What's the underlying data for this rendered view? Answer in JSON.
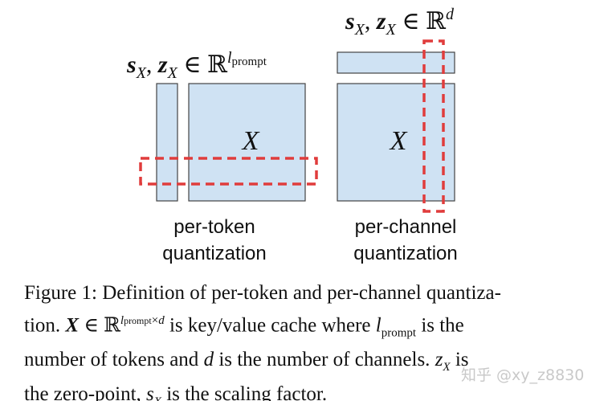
{
  "colors": {
    "block_fill": "#cfe2f3",
    "block_stroke": "#444444",
    "dashed_highlight": "#e03c3c",
    "text": "#111111",
    "watermark": "#c8c8c8"
  },
  "left_panel": {
    "label_math_1": "s",
    "label_math_1_sub": "X",
    "label_math_2": "z",
    "label_math_2_sub": "X",
    "label_in": "∈",
    "label_set": "ℝ",
    "label_sup": "l",
    "label_sup_sub": "prompt",
    "matrix_symbol": "X",
    "caption_line1": "per-token",
    "caption_line2": "quantization"
  },
  "right_panel": {
    "label_math_1": "s",
    "label_math_1_sub": "X",
    "label_math_2": "z",
    "label_math_2_sub": "X",
    "label_in": "∈",
    "label_set": "ℝ",
    "label_sup": "d",
    "matrix_symbol": "X",
    "caption_line1": "per-channel",
    "caption_line2": "quantization"
  },
  "figure_caption": {
    "line1": "Figure 1: Definition of per-token and per-channel quantiza-",
    "line2_a": "tion.",
    "line2_X": "X",
    "line2_in": "∈",
    "line2_R": "ℝ",
    "line2_sup_l": "l",
    "line2_sup_prompt": "prompt",
    "line2_sup_times": "×",
    "line2_sup_d": "d",
    "line2_b": "is key/value cache where",
    "line2_l": "l",
    "line2_prompt": "prompt",
    "line2_c": "is the",
    "line3_a": "number of tokens and",
    "line3_d": "d",
    "line3_b": "is the number of channels.",
    "line3_z": "z",
    "line3_zsub": "X",
    "line3_c": "is",
    "line4_a": "the zero-point,",
    "line4_s": "s",
    "line4_ssub": "X",
    "line4_b": "is the scaling factor."
  },
  "watermark": "知乎 @xy_z8830"
}
